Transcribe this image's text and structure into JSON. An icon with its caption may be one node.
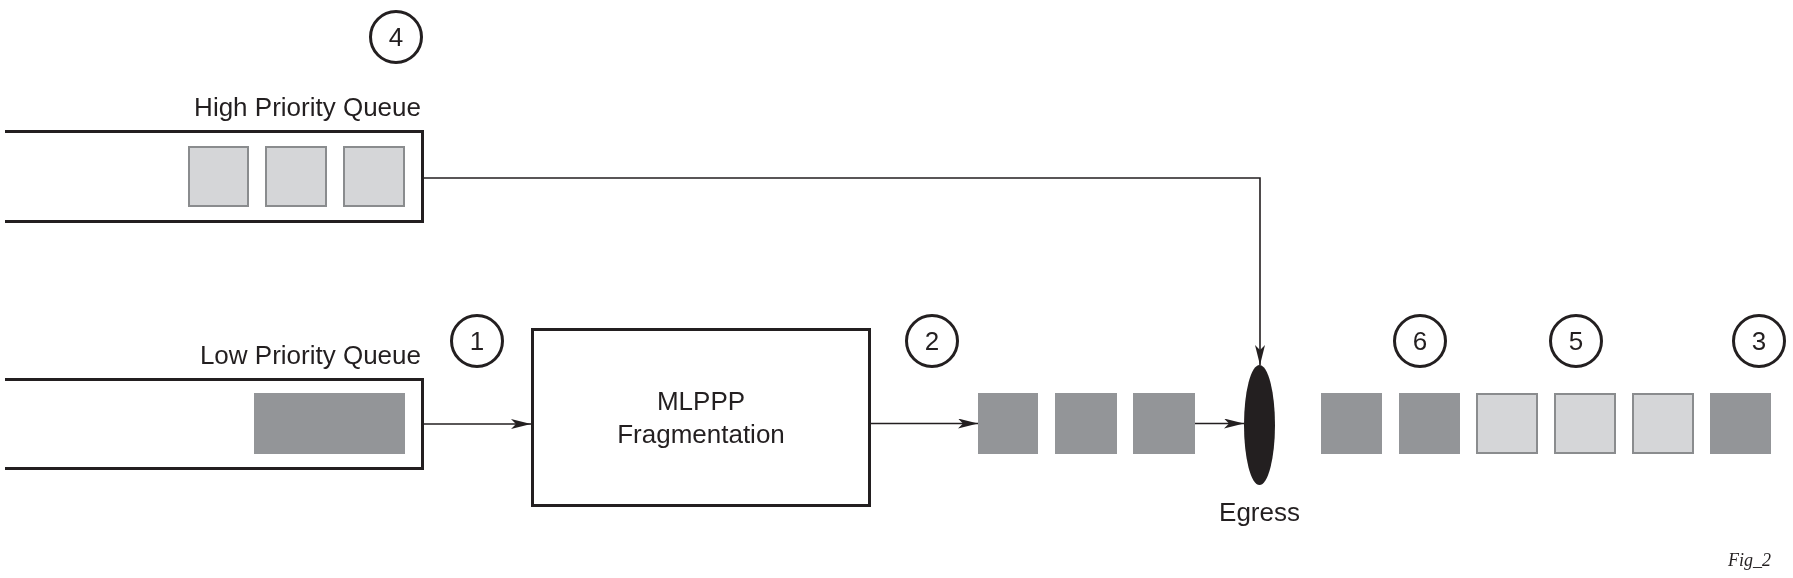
{
  "diagram": {
    "nodes": [
      {
        "text": [
          "4"
        ]
      },
      {
        "text": [
          "High Priority Queue"
        ]
      },
      {
        "text": [],
        "shape": "box",
        "in": 1
      },
      {
        "text": [],
        "shape": "box",
        "in": 1
      },
      {
        "text": [],
        "shape": "box",
        "in": 1
      },
      {
        "text": [
          "Low Priority Queue"
        ]
      },
      {
        "text": [],
        "shape": "box",
        "in": 5
      },
      {
        "text": [
          "1"
        ]
      },
      {
        "text": [
          "MLPPP Fragmentation"
        ]
      },
      {
        "text": [
          "2"
        ]
      },
      {
        "text": [],
        "shape": "box"
      },
      {
        "text": [],
        "shape": "box"
      },
      {
        "text": [],
        "shape": "box"
      },
      {
        "text": [],
        "shape": "ellipse",
        "beside": [
          "Egress"
        ]
      },
      {
        "text": [
          "6"
        ]
      },
      {
        "text": [
          "5"
        ]
      },
      {
        "text": [
          "3"
        ]
      },
      {
        "text": [],
        "shape": "box"
      },
      {
        "text": [],
        "shape": "box"
      },
      {
        "text": [],
        "shape": "box"
      },
      {
        "text": [],
        "shape": "box"
      },
      {
        "text": [],
        "shape": "box"
      },
      {
        "text": [],
        "shape": "box"
      }
    ],
    "edges": [
      {
        "from": 1,
        "to": 13,
        "arrow": "to"
      },
      {
        "from": 5,
        "to": 8,
        "arrow": "to"
      },
      {
        "from": 8,
        "to": 10,
        "arrow": "to"
      },
      {
        "from": 12,
        "to": 13,
        "arrow": "to"
      }
    ],
    "labels": [
      "Fig_2"
    ]
  }
}
